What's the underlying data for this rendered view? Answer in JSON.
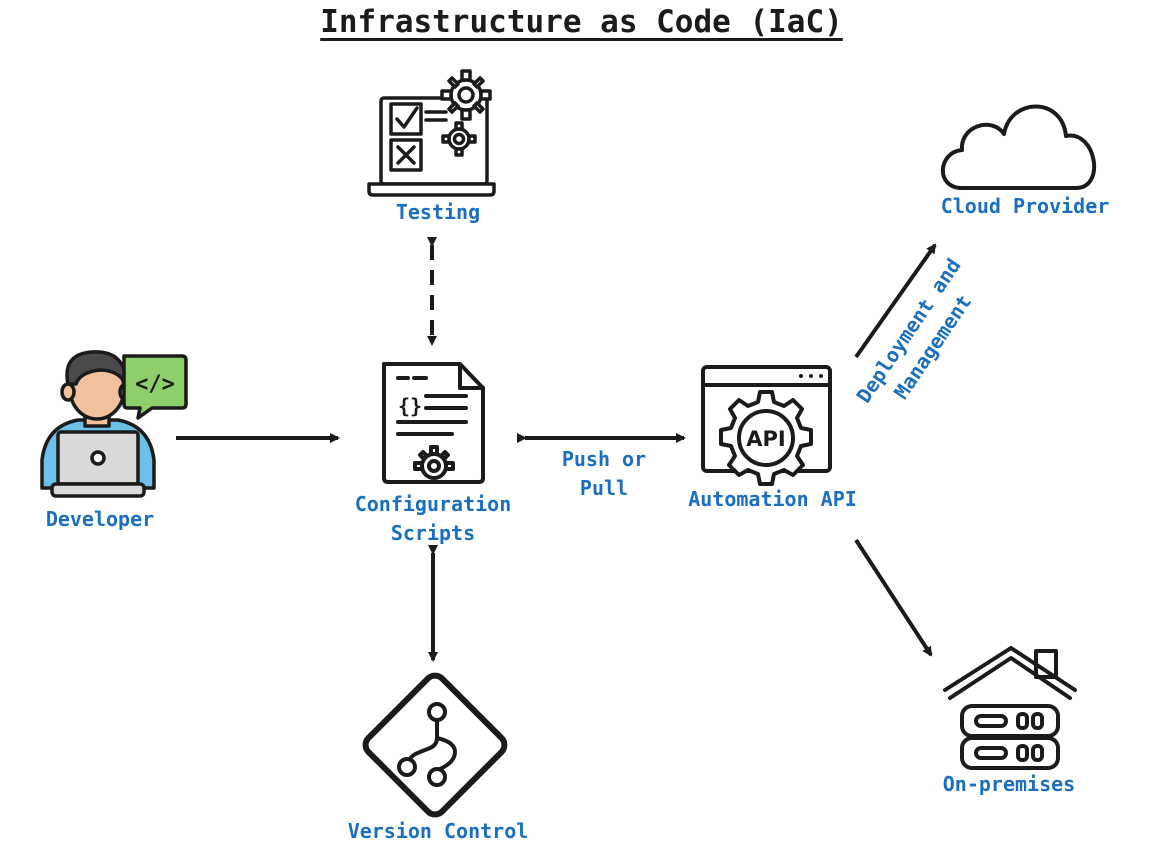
{
  "title": "Infrastructure as Code (IaC)",
  "nodes": {
    "testing": "Testing",
    "cloud": "Cloud Provider",
    "developer": "Developer",
    "config": [
      "Configuration",
      "Scripts"
    ],
    "automation": "Automation API",
    "onprem": "On-premises",
    "vcs": "Version Control"
  },
  "edges": {
    "push_pull": [
      "Push or",
      "Pull"
    ],
    "deploy": [
      "Deployment and",
      "Management"
    ]
  },
  "icons": {
    "testing": "checklist-gears-icon",
    "cloud": "cloud-icon",
    "developer": "developer-laptop-icon",
    "config": "script-document-gear-icon",
    "automation": "api-gear-window-icon",
    "onprem": "house-server-icon",
    "vcs": "git-branch-icon",
    "code_bubble": "code-bubble-icon"
  },
  "colors": {
    "label": "#1a6fc0",
    "line": "#1b1b1b",
    "skin": "#f2c09c",
    "shirt": "#6cc1e8",
    "hair": "#4a4a4a",
    "bubble": "#8dd06b",
    "laptop": "#d9d9d9"
  }
}
